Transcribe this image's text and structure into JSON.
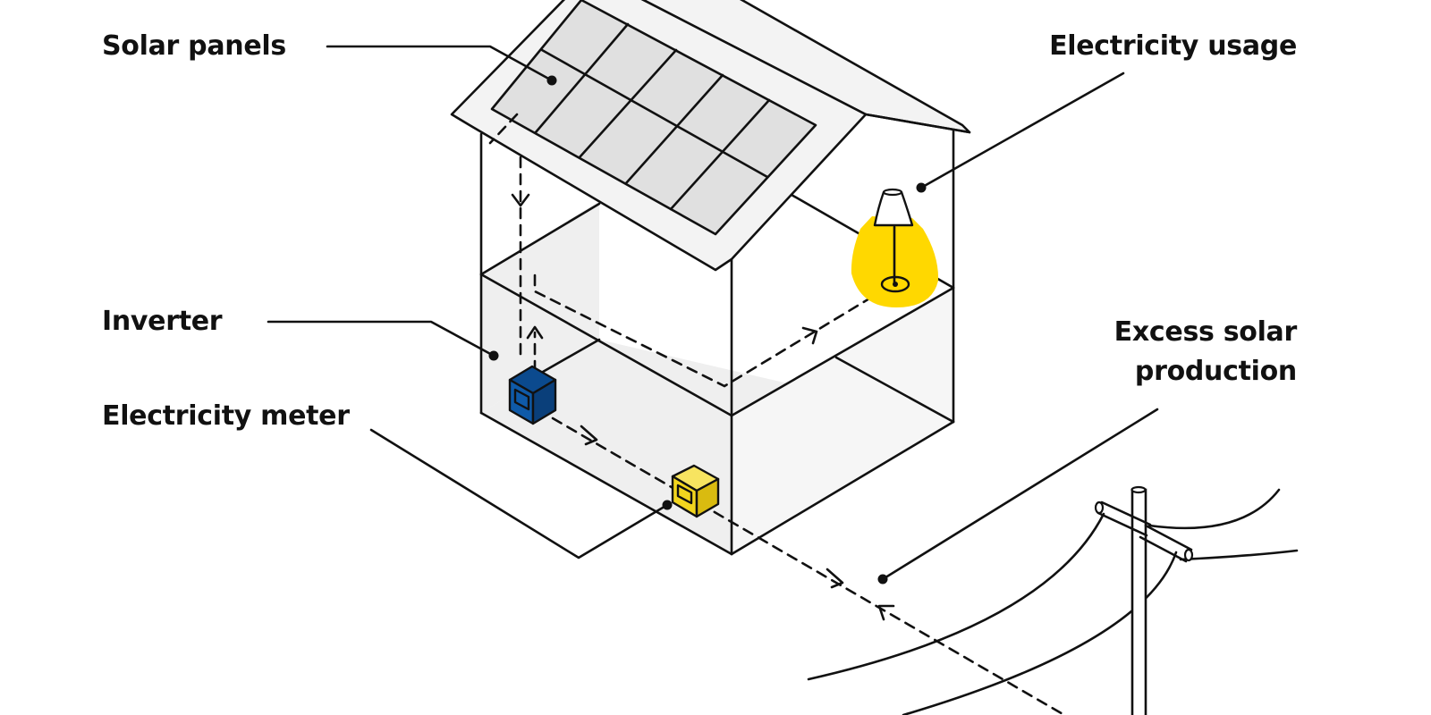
{
  "labels": {
    "solar_panels": "Solar panels",
    "electricity_usage": "Electricity usage",
    "inverter": "Inverter",
    "electricity_meter": "Electricity meter",
    "excess_line1": "Excess solar",
    "excess_line2": "production"
  },
  "colors": {
    "ink": "#111111",
    "panel_fill": "#e0e0e0",
    "roof_fill": "#f3f3f3",
    "floor_fill": "#efefef",
    "inverter_blue": "#0f5aa8",
    "meter_yellow": "#f2d51e",
    "lamp_light": "#ffd800"
  }
}
